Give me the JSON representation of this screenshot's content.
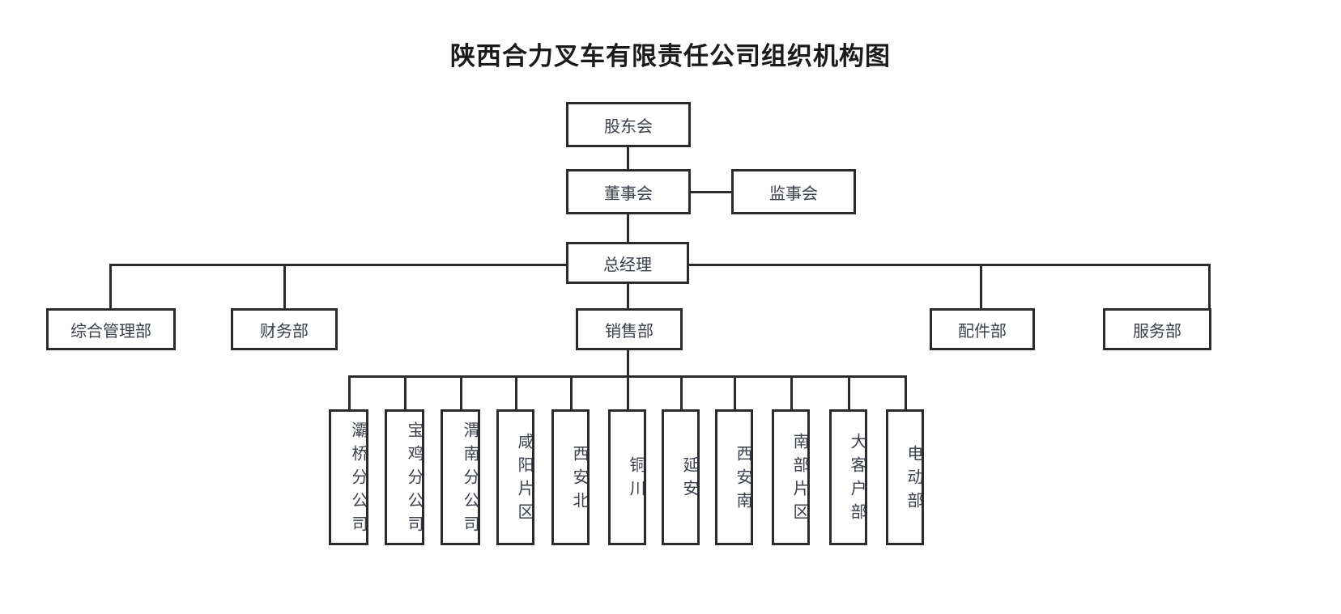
{
  "title": "陕西合力叉车有限责任公司组织机构图",
  "colors": {
    "border": "#2b2b2b",
    "text": "#3a3f4a",
    "title": "#1a1a1a",
    "background": "#ffffff"
  },
  "chart_data": {
    "type": "diagram",
    "title": "陕西合力叉车有限责任公司组织机构图",
    "diagram_kind": "organization-chart",
    "levels": [
      {
        "level": 1,
        "nodes": [
          "股东会"
        ]
      },
      {
        "level": 2,
        "nodes": [
          "董事会",
          "监事会"
        ]
      },
      {
        "level": 3,
        "nodes": [
          "总经理"
        ]
      },
      {
        "level": 4,
        "nodes": [
          "综合管理部",
          "财务部",
          "销售部",
          "配件部",
          "服务部"
        ]
      },
      {
        "level": 5,
        "nodes": [
          "灞桥分公司",
          "宝鸡分公司",
          "渭南分公司",
          "咸阳片区",
          "西安北",
          "铜川",
          "延安",
          "西安南",
          "南部片区",
          "大客户部",
          "电动部"
        ]
      }
    ],
    "edges": [
      {
        "from": "股东会",
        "to": "董事会"
      },
      {
        "from": "董事会",
        "to": "监事会"
      },
      {
        "from": "董事会",
        "to": "总经理"
      },
      {
        "from": "总经理",
        "to": "综合管理部"
      },
      {
        "from": "总经理",
        "to": "财务部"
      },
      {
        "from": "总经理",
        "to": "销售部"
      },
      {
        "from": "总经理",
        "to": "配件部"
      },
      {
        "from": "总经理",
        "to": "服务部"
      },
      {
        "from": "销售部",
        "to": "灞桥分公司"
      },
      {
        "from": "销售部",
        "to": "宝鸡分公司"
      },
      {
        "from": "销售部",
        "to": "渭南分公司"
      },
      {
        "from": "销售部",
        "to": "咸阳片区"
      },
      {
        "from": "销售部",
        "to": "西安北"
      },
      {
        "from": "销售部",
        "to": "铜川"
      },
      {
        "from": "销售部",
        "to": "延安"
      },
      {
        "from": "销售部",
        "to": "西安南"
      },
      {
        "from": "销售部",
        "to": "南部片区"
      },
      {
        "from": "销售部",
        "to": "大客户部"
      },
      {
        "from": "销售部",
        "to": "电动部"
      }
    ]
  },
  "nodes": {
    "shareholders": "股东会",
    "board": "董事会",
    "supervisors": "监事会",
    "general_manager": "总经理",
    "dept_admin": "综合管理部",
    "dept_finance": "财务部",
    "dept_sales": "销售部",
    "dept_parts": "配件部",
    "dept_service": "服务部",
    "branches": [
      "灞桥分公司",
      "宝鸡分公司",
      "渭南分公司",
      "咸阳片区",
      "西安北",
      "铜川",
      "延安",
      "西安南",
      "南部片区",
      "大客户部",
      "电动部"
    ]
  }
}
